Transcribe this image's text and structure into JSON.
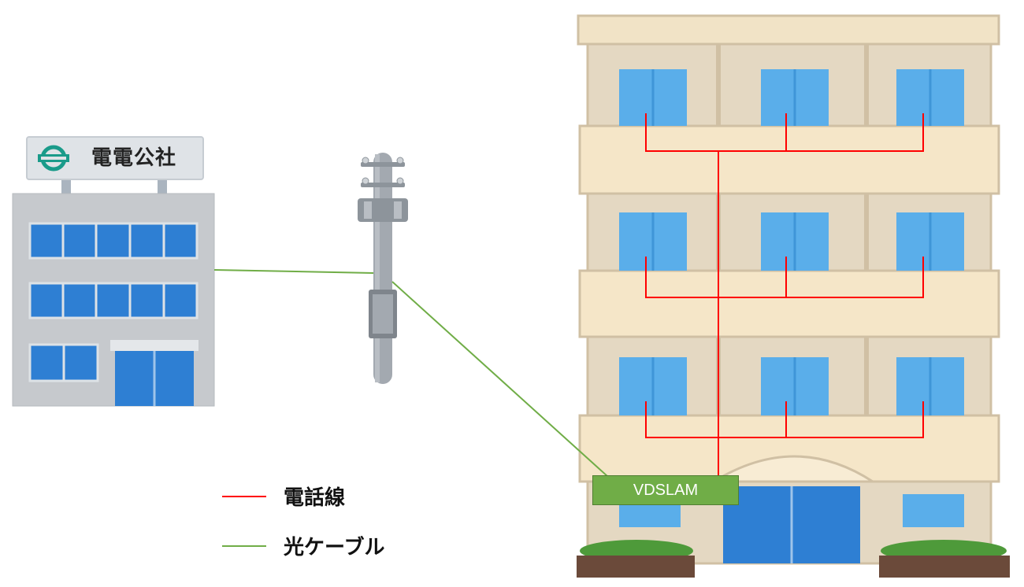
{
  "telecom_sign": {
    "text": "電電公社"
  },
  "equipment": {
    "vdslam_label": "VDSLAM"
  },
  "legend": {
    "phone_line": {
      "label": "電話線",
      "color": "#ff0000"
    },
    "fiber_cable": {
      "label": "光ケーブル",
      "color": "#70ad47"
    }
  },
  "colors": {
    "building_wall": "#eddcc0",
    "window_blue": "#5aaeea",
    "office_glass": "#2a7fd0"
  }
}
